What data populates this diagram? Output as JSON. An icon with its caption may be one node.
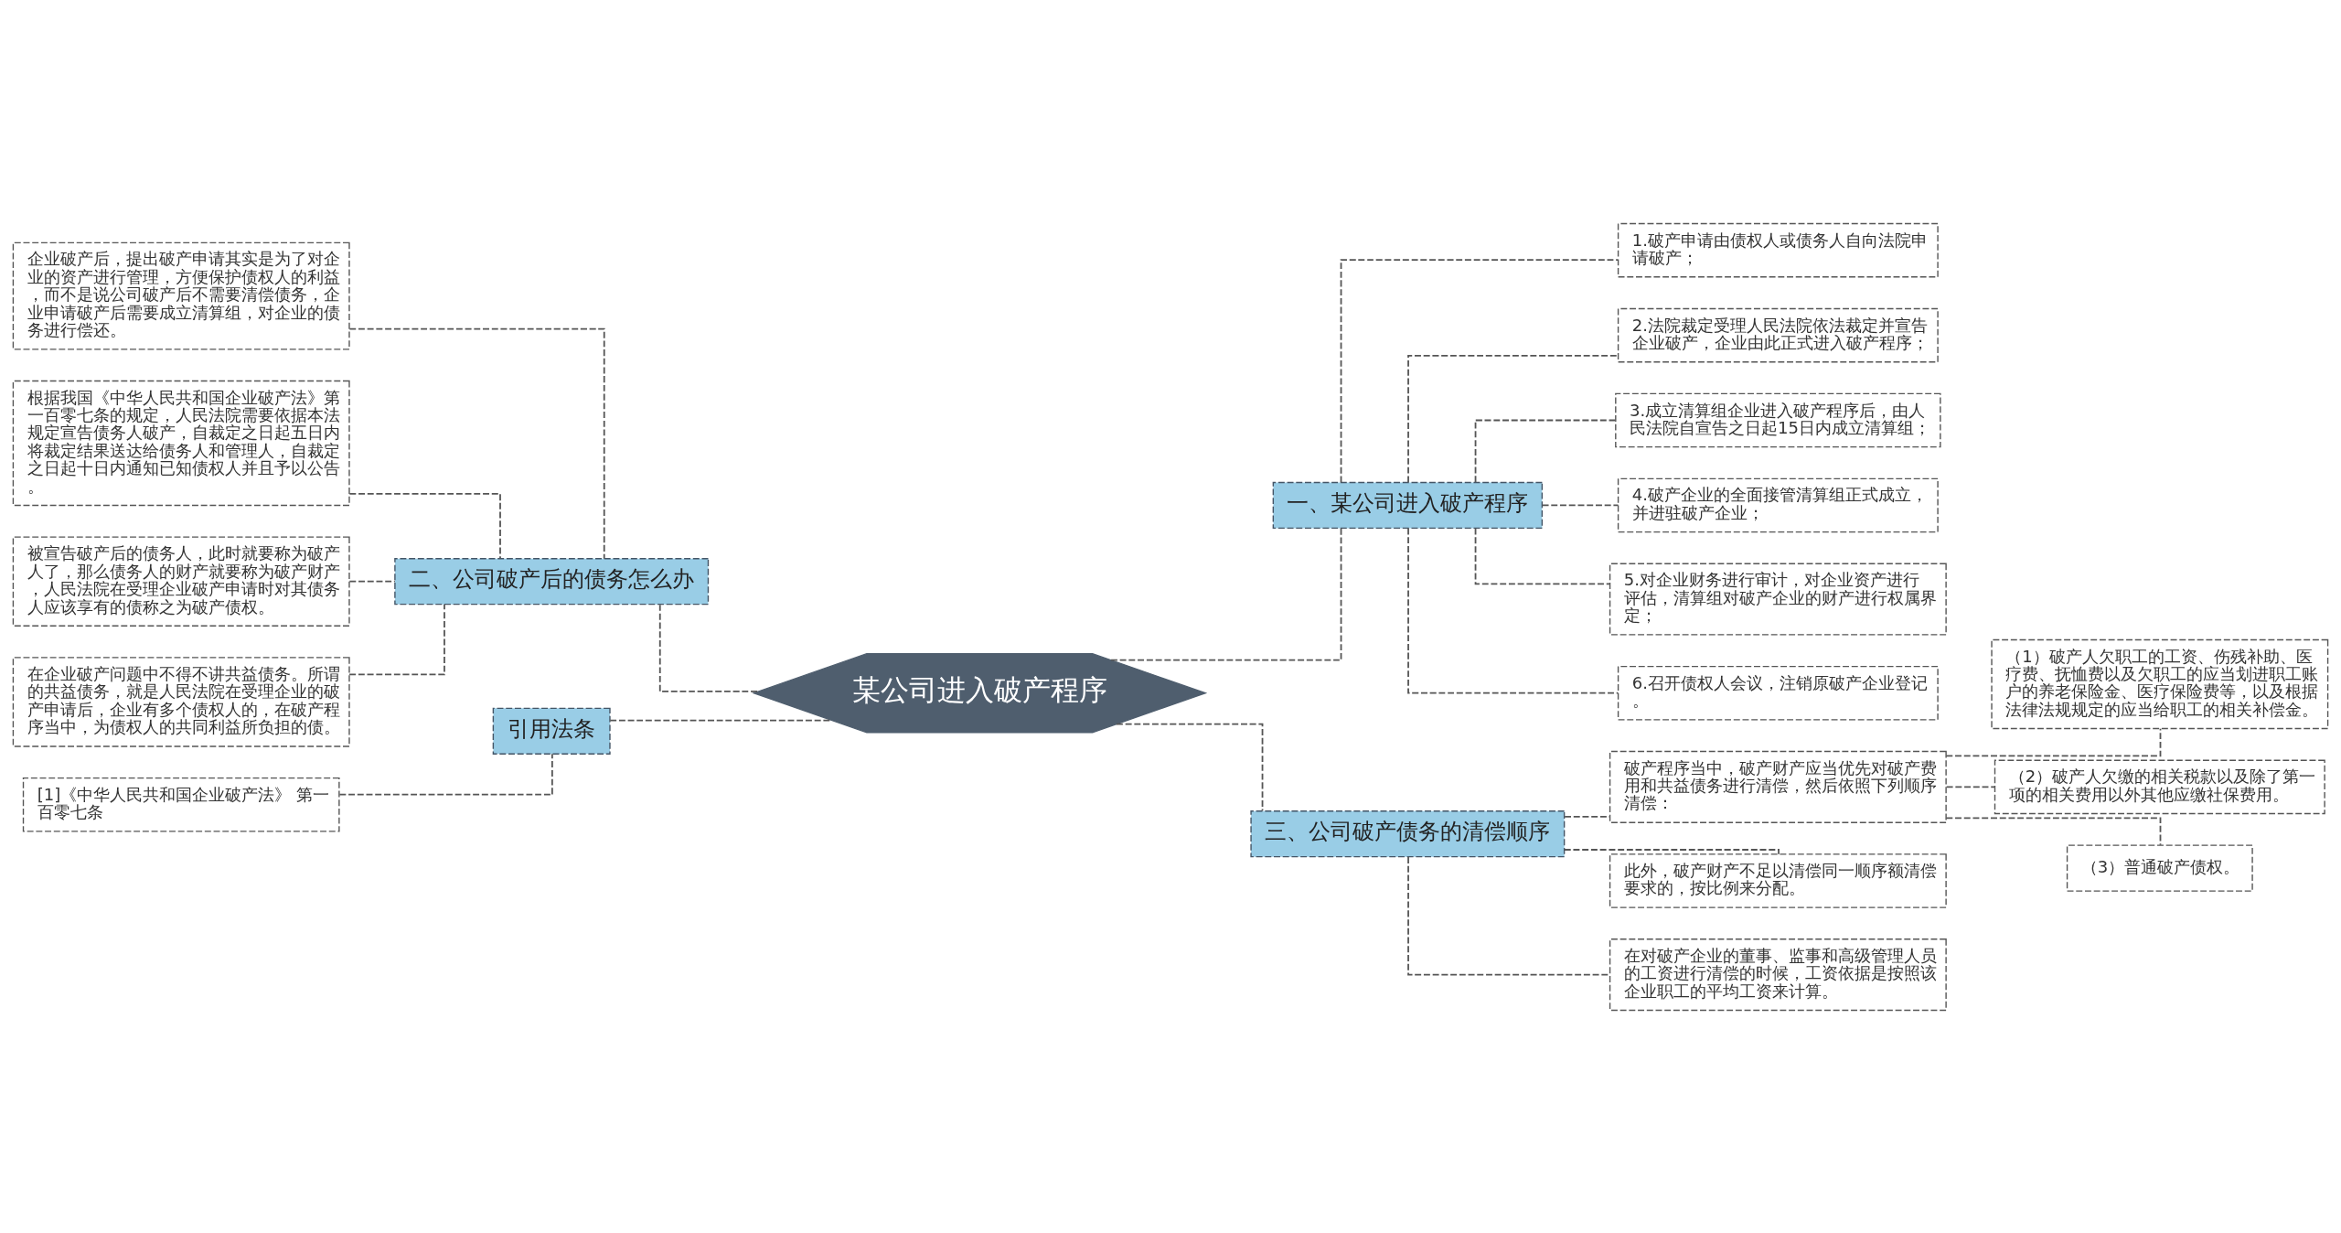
{
  "diagram": {
    "nodes": [
      {
        "text": [
          "某公司进入破产程序"
        ]
      },
      {
        "text": [
          "一、某公司进入破产程序"
        ]
      },
      {
        "text": [
          "1.破产申请由债权人或债务人自向法院申请破产；"
        ]
      },
      {
        "text": [
          "2.法院裁定受理人民法院依法裁定并宣告企业破产，企业由此正式进入破产程序；"
        ]
      },
      {
        "text": [
          "3.成立清算组企业进入破产程序后，由人民法院自宣告之日起15日内成立清算组；"
        ]
      },
      {
        "text": [
          "4.破产企业的全面接管清算组正式成立，并进驻破产企业；"
        ]
      },
      {
        "text": [
          "5.对企业财务进行审计，对企业资产进行评估，清算组对破产企业的财产进行权属界定；"
        ]
      },
      {
        "text": [
          "6.召开债权人会议，注销原破产企业登记。"
        ]
      },
      {
        "text": [
          "二、公司破产后的债务怎么办"
        ]
      },
      {
        "text": [
          "企业破产后，提出破产申请其实是为了对企业的资产进行管理，方便保护债权人的利益，而不是说公司破产后不需要清偿债务，企业申请破产后需要成立清算组，对企业的债务进行偿还。"
        ]
      },
      {
        "text": [
          "根据我国《中华人民共和国企业破产法》第一百零七条的规定，人民法院需要依据本法规定宣告债务人破产，自裁定之日起五日内将裁定结果送达给债务人和管理人，自裁定之日起十日内通知已知债权人并且予以公告。"
        ]
      },
      {
        "text": [
          "被宣告破产后的债务人，此时就要称为破产人了，那么债务人的财产就要称为破产财产，人民法院在受理企业破产申请时对其债务人应该享有的债称之为破产债权。"
        ]
      },
      {
        "text": [
          "在企业破产问题中不得不讲共益债务。所谓的共益债务，就是人民法院在受理企业的破产申请后，企业有多个债权人的，在破产程序当中，为债权人的共同利益所负担的债。"
        ]
      },
      {
        "text": [
          "引用法条"
        ]
      },
      {
        "text": [
          "[1]《中华人民共和国企业破产法》 第一百零七条"
        ]
      },
      {
        "text": [
          "三、公司破产债务的清偿顺序"
        ]
      },
      {
        "text": [
          "破产程序当中，破产财产应当优先对破产费用和共益债务进行清偿，然后依照下列顺序清偿："
        ]
      },
      {
        "text": [
          "（1）破产人欠职工的工资、伤残补助、医疗费、抚恤费以及欠职工的应当划进职工账户的养老保险金、医疗保险费等，以及根据法律法规规定的应当给职工的相关补偿金。"
        ]
      },
      {
        "text": [
          "（2）破产人欠缴的相关税款以及除了第一项的相关费用以外其他应缴社保费用。"
        ]
      },
      {
        "text": [
          "（3）普通破产债权。"
        ]
      },
      {
        "text": [
          "此外，破产财产不足以清偿同一顺序额清偿要求的，按比例来分配。"
        ]
      },
      {
        "text": [
          "在对破产企业的董事、监事和高级管理人员的工资进行清偿的时候，工资依据是按照该企业职工的平均工资来计算。"
        ]
      }
    ],
    "edges": [
      {
        "from": 9,
        "to": 8,
        "arrow": "none",
        "style": "dashed"
      },
      {
        "from": 10,
        "to": 8,
        "arrow": "none",
        "style": "dashed"
      },
      {
        "from": 11,
        "to": 8,
        "arrow": "none",
        "style": "dashed"
      },
      {
        "from": 12,
        "to": 8,
        "arrow": "none",
        "style": "dashed"
      },
      {
        "from": 8,
        "to": 0,
        "arrow": "none",
        "style": "dashed"
      },
      {
        "from": 14,
        "to": 13,
        "arrow": "none",
        "style": "dashed"
      },
      {
        "from": 13,
        "to": 0,
        "arrow": "none",
        "style": "dashed"
      },
      {
        "from": 0,
        "to": 1,
        "arrow": "none",
        "style": "dashed"
      },
      {
        "from": 1,
        "to": 2,
        "arrow": "none",
        "style": "dashed"
      },
      {
        "from": 1,
        "to": 3,
        "arrow": "none",
        "style": "dashed"
      },
      {
        "from": 1,
        "to": 4,
        "arrow": "none",
        "style": "dashed"
      },
      {
        "from": 1,
        "to": 5,
        "arrow": "none",
        "style": "dashed"
      },
      {
        "from": 1,
        "to": 6,
        "arrow": "none",
        "style": "dashed"
      },
      {
        "from": 1,
        "to": 7,
        "arrow": "none",
        "style": "dashed"
      },
      {
        "from": 0,
        "to": 15,
        "arrow": "none",
        "style": "dashed"
      },
      {
        "from": 15,
        "to": 16,
        "arrow": "none",
        "style": "dashed"
      },
      {
        "from": 16,
        "to": 17,
        "arrow": "none",
        "style": "dashed"
      },
      {
        "from": 16,
        "to": 18,
        "arrow": "none",
        "style": "dashed"
      },
      {
        "from": 16,
        "to": 19,
        "arrow": "none",
        "style": "dashed"
      },
      {
        "from": 15,
        "to": 20,
        "arrow": "none",
        "style": "dashed"
      },
      {
        "from": 15,
        "to": 21,
        "arrow": "none",
        "style": "dashed"
      }
    ]
  }
}
